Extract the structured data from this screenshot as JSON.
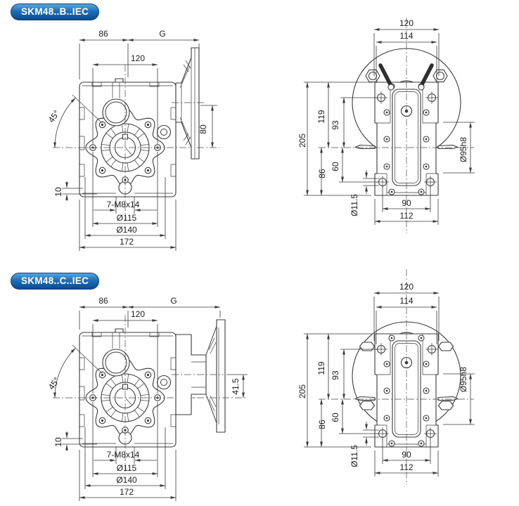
{
  "sections": [
    {
      "label": "SKM48..B..IEC",
      "side": {
        "w86": "86",
        "g": "G",
        "w120": "120",
        "angle": "45°",
        "axis_offset": "80",
        "d10": "10",
        "tap": "7-M8x14",
        "bolt_circle": "Ø115",
        "flange_od": "Ø140",
        "overall": "172"
      },
      "front": {
        "w120": "120",
        "w114": "114",
        "h119": "119",
        "h93": "93",
        "h205": "205",
        "h60": "60",
        "h86": "86",
        "foot_hole": "Ø11.5",
        "foot_span": "90",
        "foot_width": "112",
        "spigot": "Ø95h8"
      }
    },
    {
      "label": "SKM48..C..IEC",
      "side": {
        "w86": "86",
        "g": "G",
        "w120": "120",
        "angle": "45°",
        "axis_offset": "41.5",
        "d10": "10",
        "tap": "7-M8x14",
        "bolt_circle": "Ø115",
        "flange_od": "Ø140",
        "overall": "172"
      },
      "front": {
        "w120": "120",
        "w114": "114",
        "h119": "119",
        "h93": "93",
        "h205": "205",
        "h60": "60",
        "h86": "86",
        "foot_hole": "Ø11.5",
        "foot_span": "90",
        "foot_width": "112",
        "spigot": "Ø95h8"
      }
    }
  ],
  "colors": {
    "line": "#3a3a3a",
    "badge_top": "#55a8e0",
    "badge_bottom": "#0a4c8c",
    "badge_text": "#ffffff",
    "background": "#ffffff"
  }
}
